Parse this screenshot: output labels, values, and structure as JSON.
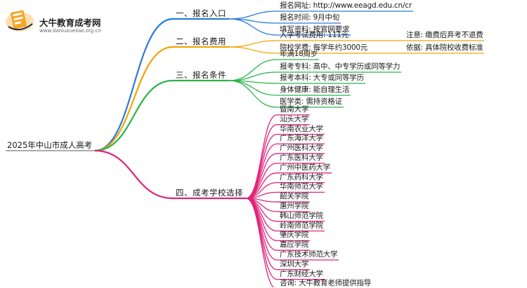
{
  "logo": {
    "title": "大牛教育成考网",
    "url": "www.daniuxueliao.org.cn",
    "colors": {
      "orange": "#f5a623",
      "dark": "#1f2b3c"
    }
  },
  "root": "2025年中山市成人高考",
  "branches": [
    {
      "label": "一、报名入口",
      "color": "#2b7ad8",
      "items": [
        "报名网址: http://www.eeagd.edu.cn/cr",
        "报名时间: 9月中旬",
        "填写资料: 按官网要求"
      ]
    },
    {
      "label": "二、报名费用",
      "color": "#f0a500",
      "items": [
        {
          "text": "入学考试费用: 111元",
          "note": "注意: 缴费后弃考不退费"
        },
        {
          "text": "院校学费: 每学年约3000元",
          "note": "依据: 具体院校收费标准"
        }
      ]
    },
    {
      "label": "三、报名条件",
      "color": "#2ab34a",
      "items": [
        "年满18周岁",
        "报考专科: 高中、中专学历或同等学力",
        "报考本科: 大专或同等学历",
        "身体健康: 能自理生活",
        "医学类: 需持资格证"
      ]
    },
    {
      "label": "四、成考学校选择",
      "color": "#e0247a",
      "items": [
        "暨南大学",
        "汕头大学",
        "华南农业大学",
        "广东海洋大学",
        "广州医科大学",
        "广东医科大学",
        "广州中医药大学",
        "广东药科大学",
        "华南师范大学",
        "韶关学院",
        "惠州学院",
        "韩山师范学院",
        "岭南师范学院",
        "肇庆学院",
        "嘉应学院",
        "广东技术师范大学",
        "深圳大学",
        "广东财经大学",
        "咨询: 大牛教育老师提供指导"
      ]
    }
  ]
}
